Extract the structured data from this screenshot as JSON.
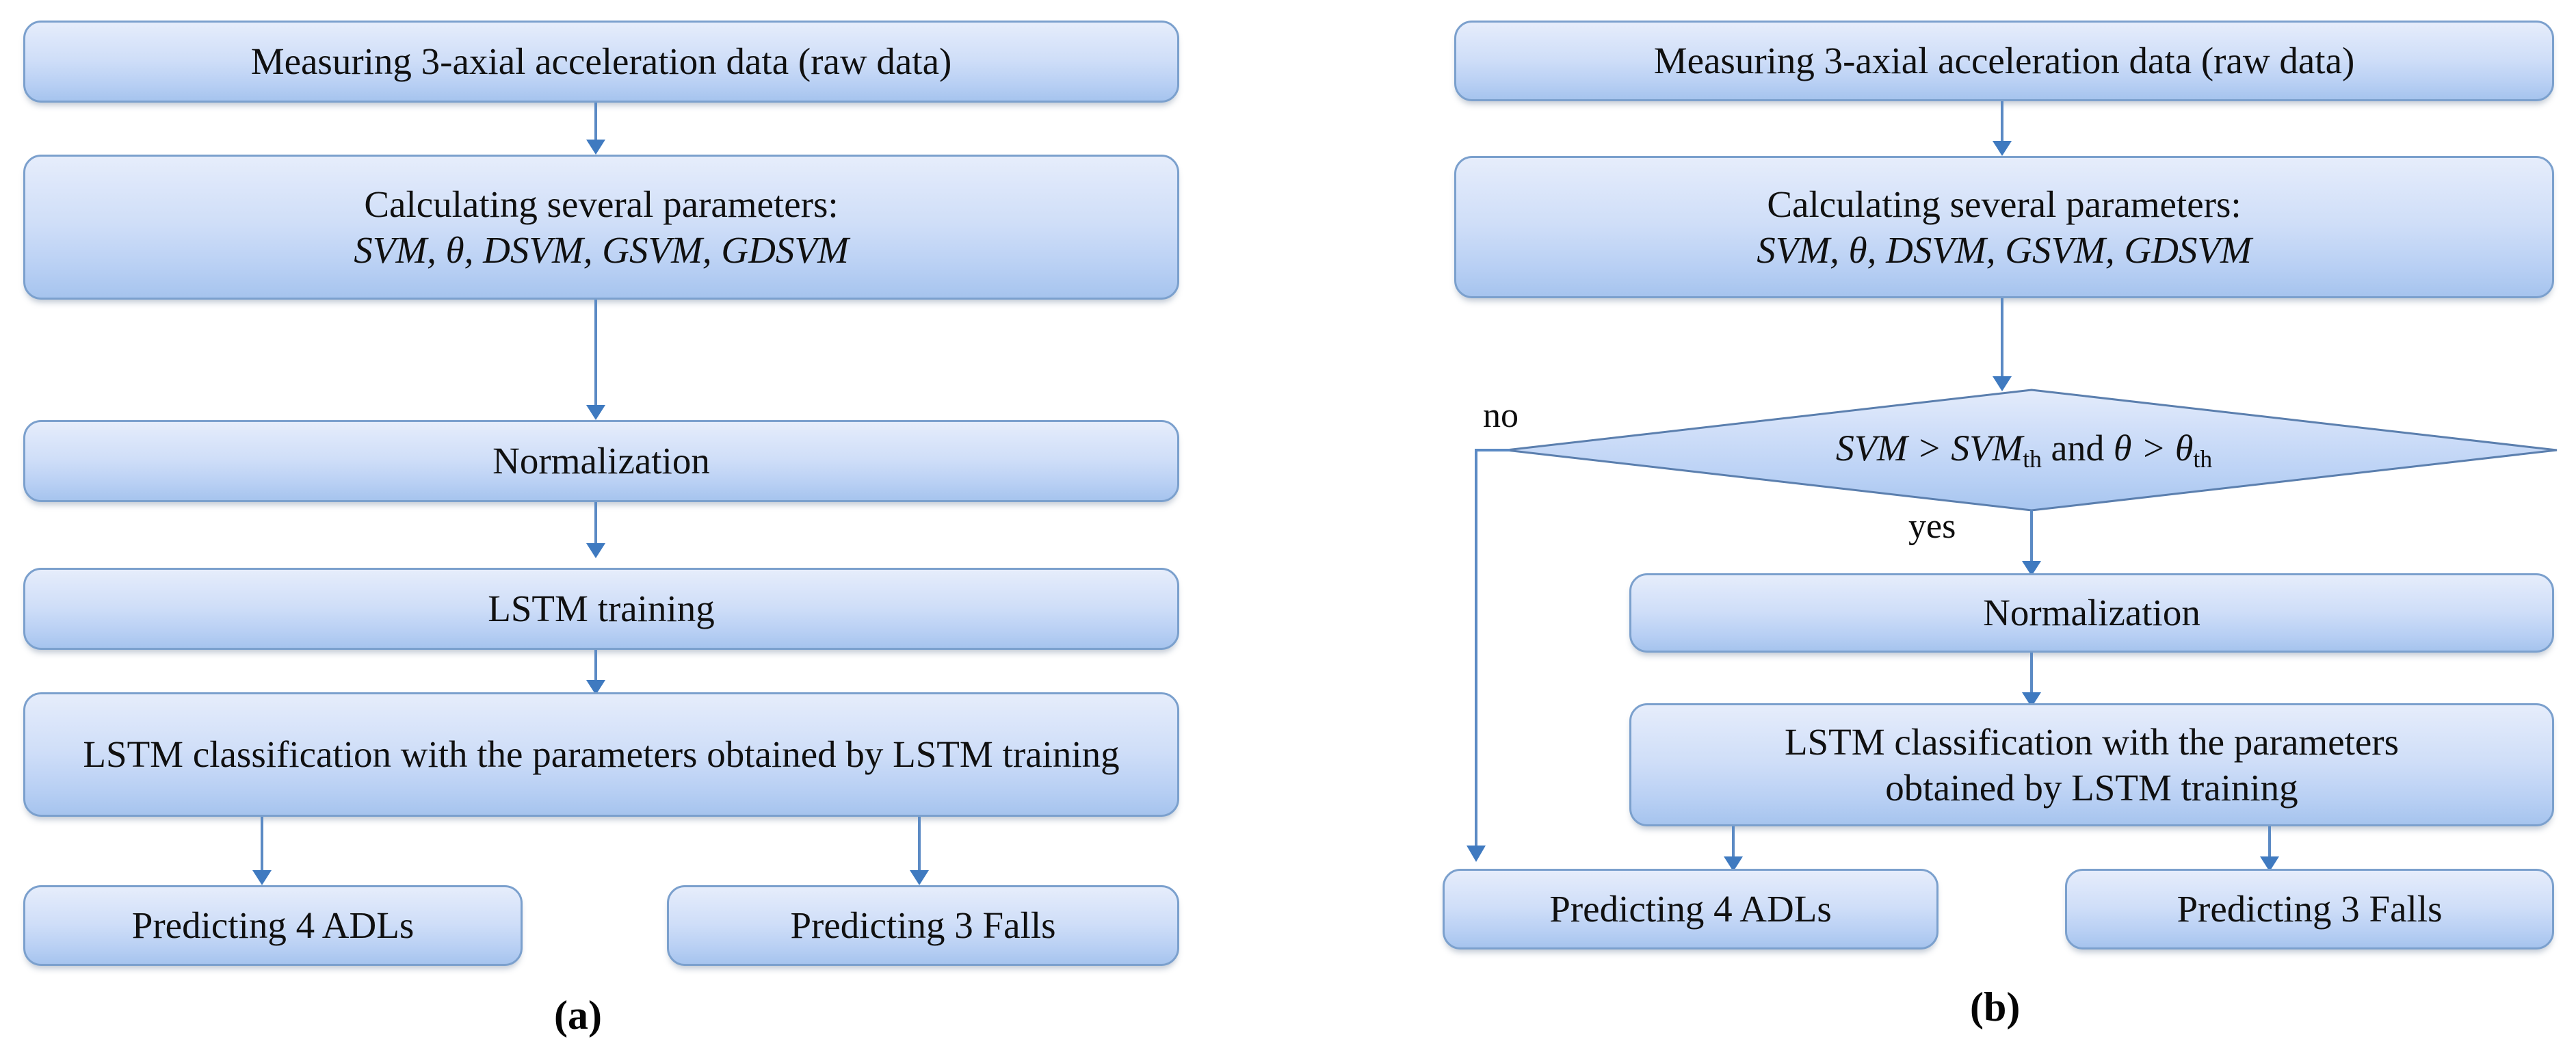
{
  "figure": {
    "type": "flowchart",
    "panels": [
      {
        "id": "a",
        "caption": "(a)",
        "nodes": [
          {
            "key": "measure",
            "shape": "rounded-rect",
            "text": "Measuring 3-axial acceleration data (raw data)"
          },
          {
            "key": "calc_l1",
            "shape": "rounded-rect",
            "text": "Calculating several parameters:"
          },
          {
            "key": "calc_l2",
            "shape": "rounded-rect",
            "text": "SVM, θ, DSVM, GSVM, GDSVM",
            "style": "italic"
          },
          {
            "key": "norm",
            "shape": "rounded-rect",
            "text": "Normalization"
          },
          {
            "key": "train",
            "shape": "rounded-rect",
            "text": "LSTM training"
          },
          {
            "key": "classify",
            "shape": "rounded-rect",
            "text": "LSTM classification with the parameters obtained by LSTM training"
          },
          {
            "key": "adls",
            "shape": "rounded-rect",
            "text": "Predicting 4 ADLs"
          },
          {
            "key": "falls",
            "shape": "rounded-rect",
            "text": "Predicting 3 Falls"
          }
        ],
        "edges": [
          {
            "from": "measure",
            "to": "calc_l1",
            "label": ""
          },
          {
            "from": "calc_l1",
            "to": "norm",
            "label": ""
          },
          {
            "from": "norm",
            "to": "train",
            "label": ""
          },
          {
            "from": "train",
            "to": "classify",
            "label": ""
          },
          {
            "from": "classify",
            "to": "adls",
            "label": ""
          },
          {
            "from": "classify",
            "to": "falls",
            "label": ""
          }
        ]
      },
      {
        "id": "b",
        "caption": "(b)",
        "nodes": [
          {
            "key": "measure",
            "shape": "rounded-rect",
            "text": "Measuring 3-axial acceleration data (raw data)"
          },
          {
            "key": "calc_l1",
            "shape": "rounded-rect",
            "text": "Calculating several parameters:"
          },
          {
            "key": "calc_l2",
            "shape": "rounded-rect",
            "text": "SVM, θ, DSVM, GSVM, GDSVM",
            "style": "italic"
          },
          {
            "key": "decision",
            "shape": "diamond",
            "text_parts": {
              "lhs": "SVM",
              "op1": ">",
              "rhs": "SVM",
              "rhs_sub": "th",
              "conj": "and",
              "lhs2": "θ",
              "op2": ">",
              "rhs2": "θ",
              "rhs2_sub": "th"
            }
          },
          {
            "key": "norm",
            "shape": "rounded-rect",
            "text": "Normalization"
          },
          {
            "key": "classify_l1",
            "shape": "rounded-rect",
            "text": "LSTM classification with the parameters"
          },
          {
            "key": "classify_l2",
            "shape": "rounded-rect",
            "text": "obtained by LSTM training"
          },
          {
            "key": "adls",
            "shape": "rounded-rect",
            "text": "Predicting 4 ADLs"
          },
          {
            "key": "falls",
            "shape": "rounded-rect",
            "text": "Predicting 3 Falls"
          }
        ],
        "edge_labels": {
          "no": "no",
          "yes": "yes"
        },
        "edges": [
          {
            "from": "measure",
            "to": "calc_l1",
            "label": ""
          },
          {
            "from": "calc_l1",
            "to": "decision",
            "label": ""
          },
          {
            "from": "decision",
            "to": "adls",
            "label": "no"
          },
          {
            "from": "decision",
            "to": "norm",
            "label": "yes"
          },
          {
            "from": "norm",
            "to": "classify_l1",
            "label": ""
          },
          {
            "from": "classify_l1",
            "to": "adls",
            "label": ""
          },
          {
            "from": "classify_l1",
            "to": "falls",
            "label": ""
          }
        ]
      }
    ],
    "colors": {
      "box_fill_top": "#e6edfb",
      "box_fill_bottom": "#a6c4ee",
      "box_border": "#7ba0cd",
      "connector": "#5b8ac4",
      "arrowhead": "#3f7ac0",
      "text": "#101010",
      "background": "#ffffff"
    }
  }
}
